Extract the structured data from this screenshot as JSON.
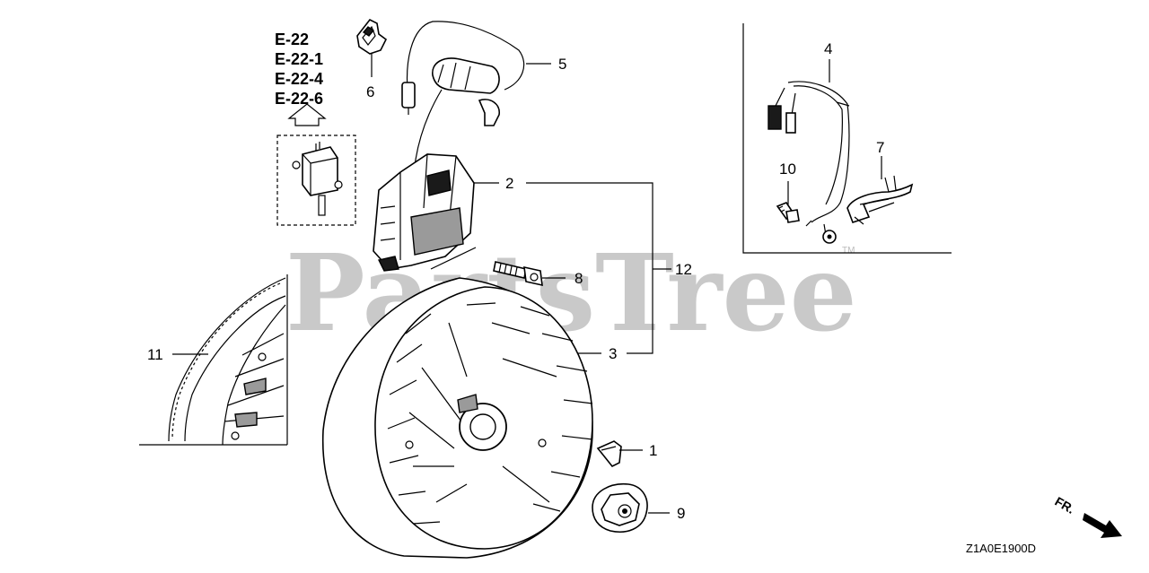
{
  "watermark": "PartsTree",
  "trademark": "TM",
  "diagram_code": "Z1A0E1900D",
  "direction_label": "FR.",
  "reference_labels": [
    "E-22",
    "E-22-1",
    "E-22-4",
    "E-22-6"
  ],
  "callouts": {
    "c1": "1",
    "c2": "2",
    "c3": "3",
    "c4": "4",
    "c5": "5",
    "c6": "6",
    "c7": "7",
    "c8": "8",
    "c9": "9",
    "c10": "10",
    "c11": "11",
    "c12": "12"
  },
  "icons": {
    "ignition_coil": "ignition-coil-icon",
    "flywheel": "flywheel-icon",
    "ring_gear": "ring-gear-icon",
    "nut": "flange-nut-icon",
    "key": "woodruff-key-icon",
    "bolt": "flange-bolt-icon",
    "wire_harness": "wire-harness-icon",
    "wire_clamp": "wire-clamp-icon",
    "cord_clip": "cord-clip-icon",
    "spark_plug_cap": "spark-plug-cap-icon",
    "direction_arrow": "direction-arrow-icon"
  }
}
